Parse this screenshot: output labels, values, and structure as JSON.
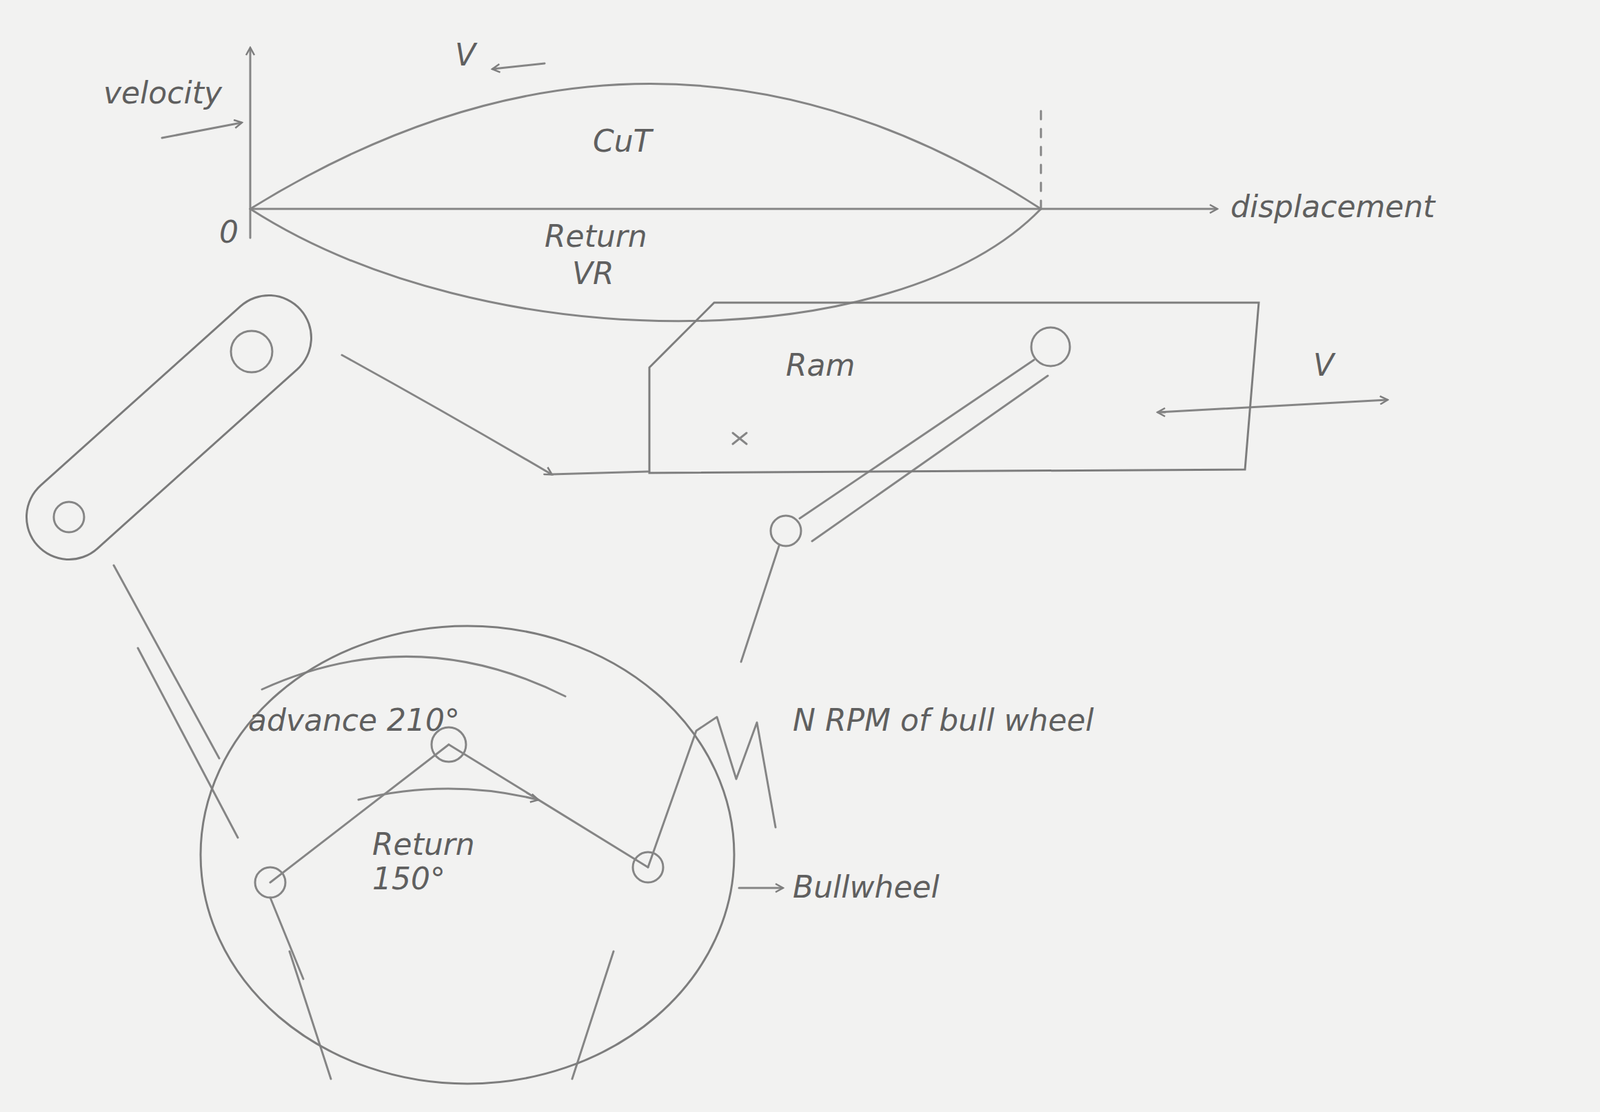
{
  "diagram": {
    "nodes": [
      {
        "text": [
          "Ram"
        ]
      },
      {
        "text": [
          "advance 210°",
          "Return 150°"
        ]
      }
    ],
    "labels": [
      "velocity",
      "V",
      "CuT",
      "0",
      "displacement",
      "Return",
      "VR",
      "V",
      "N RPM of bull wheel",
      "Bullwheel"
    ]
  }
}
